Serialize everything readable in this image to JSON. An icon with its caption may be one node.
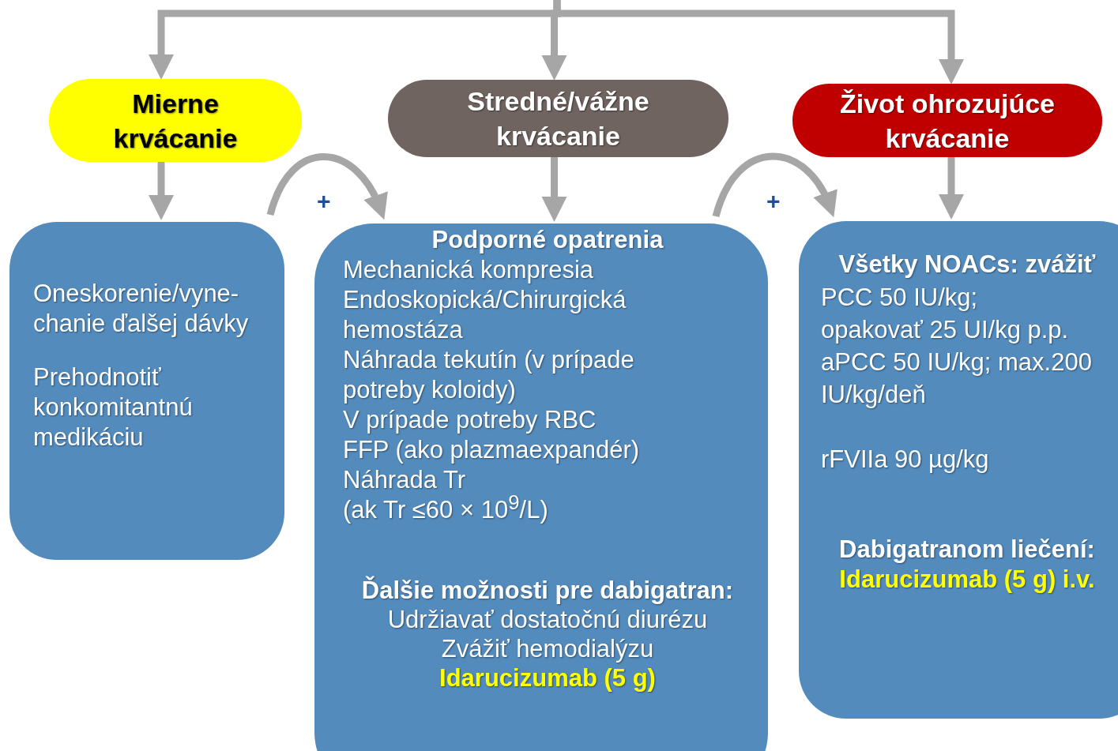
{
  "diagram": {
    "nodes": [
      {
        "text": [
          "Mierne krvácanie"
        ]
      },
      {
        "text": [
          "Stredné/vážne krvácanie"
        ]
      },
      {
        "text": [
          "Život ohrozujúce krvácanie"
        ]
      },
      {
        "text": [
          "Oneskorenie/vyne- chanie ďalšej dávky",
          "Prehodnotiť konkomitantnú medikáciu"
        ]
      },
      {
        "text": [
          "Podporné opatrenia",
          "Mechanická kompresia",
          "Endoskopická/Chirurgická hemostáza",
          "Náhrada tekutín (v prípade potreby koloidy)",
          "V prípade potreby RBC",
          "FFP (ako plazmaexpandér)",
          "Náhrada Tr",
          "(ak Tr ≤60 × 10$^{9}$/L)",
          "Ďalšie možnosti pre dabigatran:",
          "Udržiavať dostatočnú diurézu",
          "Zvážiť hemodialýzu",
          "Idarucizumab (5 g)"
        ]
      },
      {
        "text": [
          "Všetky NOACs: zvážiť",
          "PCC 50 IU/kg; opakovať 25 UI/kg p.p.",
          "aPCC 50 IU/kg; max.200 IU/kg/deň",
          "rFVIIa 90 µg/kg",
          "Dabigatranom liečení:",
          "Idarucizumab (5 g) i.v."
        ]
      }
    ],
    "edges": [
      {
        "from": null,
        "to": 0,
        "arrow": "to"
      },
      {
        "from": null,
        "to": 1,
        "arrow": "to"
      },
      {
        "from": null,
        "to": 2,
        "arrow": "to"
      },
      {
        "from": 0,
        "to": 3,
        "arrow": "to"
      },
      {
        "from": 1,
        "to": 4,
        "arrow": "to"
      },
      {
        "from": 2,
        "to": 5,
        "arrow": "to"
      },
      {
        "from": 3,
        "to": 4,
        "arrow": "to",
        "label": "+"
      },
      {
        "from": 4,
        "to": 5,
        "arrow": "to",
        "label": "+"
      }
    ]
  }
}
